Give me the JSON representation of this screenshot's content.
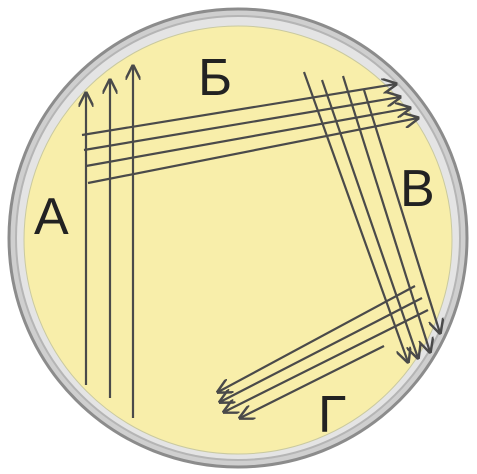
{
  "labels": {
    "a": "А",
    "b": "Б",
    "v": "В",
    "g": "Г"
  },
  "colors": {
    "dish_fill": "#f8eeaa",
    "rim_outer": "#9a9a9a",
    "rim_inner": "#d9d9d9",
    "line": "#4a4a4a",
    "label": "#222222"
  }
}
